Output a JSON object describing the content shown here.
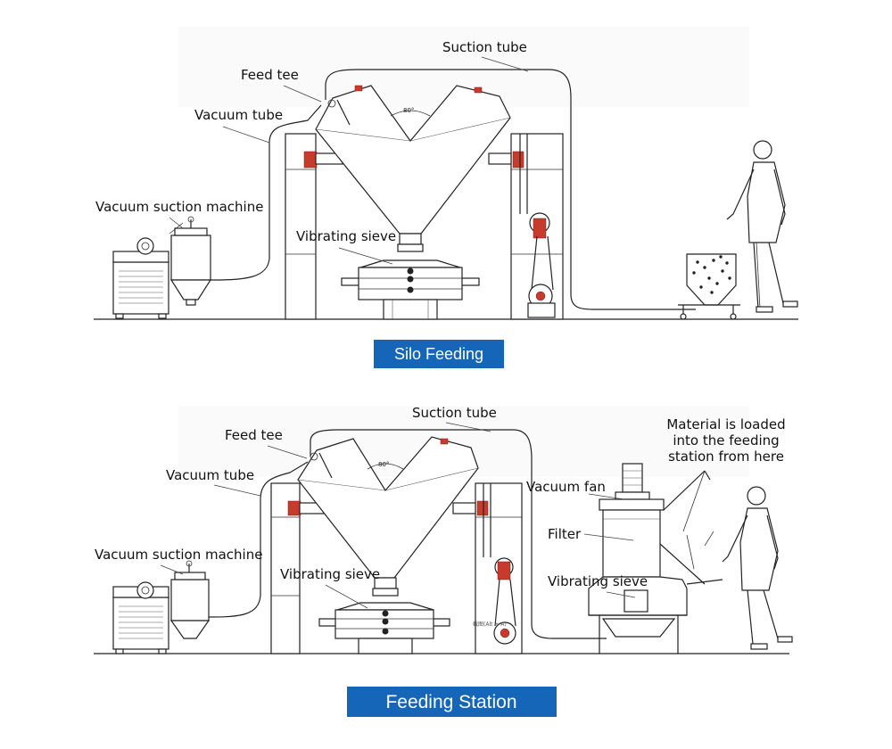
{
  "top": {
    "labels": {
      "suction_tube": "Suction tube",
      "feed_tee": "Feed tee",
      "vacuum_tube": "Vacuum tube",
      "vacuum_suction_machine": "Vacuum suction machine",
      "vibrating_sieve": "Vibrating sieve",
      "angle": "80°"
    },
    "banner": "Silo Feeding",
    "banner_color": "#1565b8"
  },
  "bottom": {
    "labels": {
      "suction_tube": "Suction tube",
      "feed_tee": "Feed tee",
      "vacuum_tube": "Vacuum tube",
      "vacuum_suction_machine": "Vacuum suction machine",
      "vibrating_sieve": "Vibrating sieve",
      "vacuum_fan": "Vacuum fan",
      "filter": "Filter",
      "vibrating_sieve_station": "Vibrating sieve",
      "material_loaded_1": "Material is loaded",
      "material_loaded_2": "into the feeding",
      "material_loaded_3": "station from here",
      "angle": "80°",
      "small_text": "截图(Alt + A)"
    },
    "banner": "Feeding Station",
    "banner_color": "#1565b8"
  }
}
